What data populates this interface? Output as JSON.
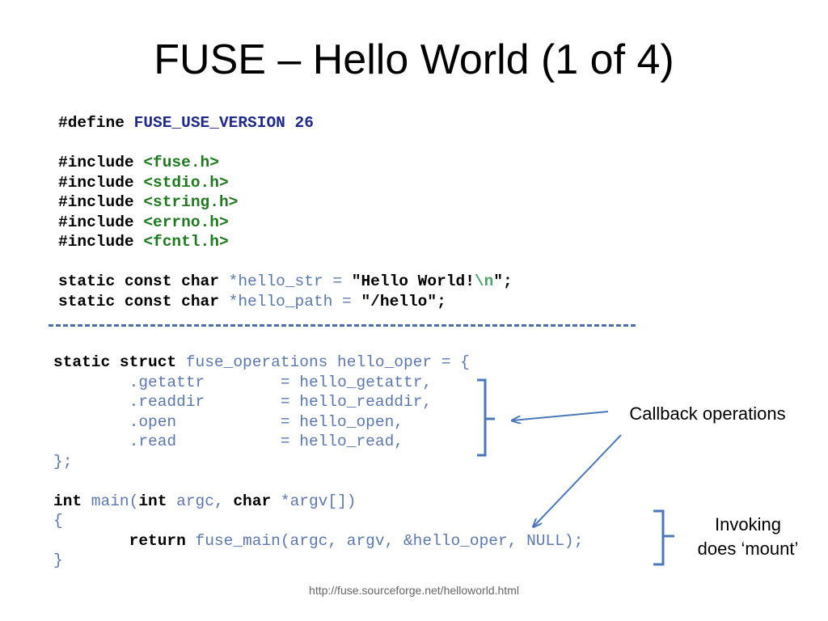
{
  "slide": {
    "title": "FUSE – Hello World (1 of 4)",
    "source_url": "http://fuse.sourceforge.net/helloworld.html"
  },
  "code_block_1": {
    "define": [
      "#define",
      "FUSE_USE_VERSION 26"
    ],
    "includes": [
      {
        "directive": "#include",
        "header": "<fuse.h>"
      },
      {
        "directive": "#include",
        "header": "<stdio.h>"
      },
      {
        "directive": "#include",
        "header": "<string.h>"
      },
      {
        "directive": "#include",
        "header": "<errno.h>"
      },
      {
        "directive": "#include",
        "header": "<fcntl.h>"
      }
    ],
    "statics": [
      {
        "decl": "static const char",
        "var": " *hello_str = ",
        "str_a": "\"Hello World!",
        "esc": "\\n",
        "str_b": "\";"
      },
      {
        "decl": "static const char",
        "var": " *hello_path = ",
        "str_a": "\"/hello\";",
        "esc": "",
        "str_b": ""
      }
    ]
  },
  "code_block_2": {
    "struct_kw": "static struct",
    "struct_rest": " fuse_operations hello_oper = {",
    "fields": [
      {
        "name": "        .getattr",
        "pad": "        = ",
        "value": "hello_getattr,"
      },
      {
        "name": "        .readdir",
        "pad": "        = ",
        "value": "hello_readdir,"
      },
      {
        "name": "        .open",
        "pad": "           = ",
        "value": "hello_open,"
      },
      {
        "name": "        .read",
        "pad": "           = ",
        "value": "hello_read,"
      }
    ],
    "close": "};",
    "main_kw1": "int",
    "main_a": " main(",
    "main_kw2": "int",
    "main_b": " argc, ",
    "main_kw3": "char",
    "main_c": " *argv[])",
    "open_brace": "{",
    "return_kw": "        return",
    "return_rest": " fuse_main(argc, argv, &hello_oper, NULL);",
    "close_brace": "}"
  },
  "annotations": {
    "callback_label": "Callback operations",
    "invoke_line1": "Invoking",
    "invoke_line2": "does ‘mount’",
    "arrow_color": "#4a78b8"
  }
}
